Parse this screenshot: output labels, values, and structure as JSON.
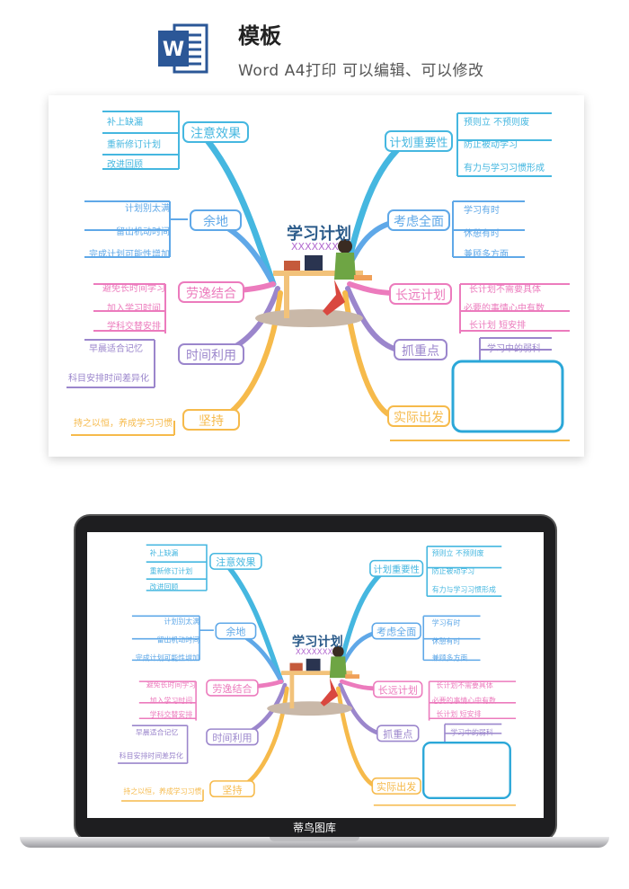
{
  "header": {
    "icon": "word-document-icon",
    "icon_letter": "W",
    "title": "模板",
    "subtitle": "Word A4打印 可以编辑、可以修改"
  },
  "mindmap": {
    "center_title": "学习计划",
    "center_sub": "XXXXXXX",
    "branches": {
      "b1": {
        "label": "注意效果",
        "items": [
          "补上缺漏",
          "重新修订计划",
          "改进回顾"
        ]
      },
      "b2": {
        "label": "余地",
        "items": [
          "计划别太满",
          "留出机动时间",
          "完成计划可能性增加"
        ]
      },
      "b3": {
        "label": "劳逸结合",
        "items": [
          "避免长时间学习",
          "加入学习时间",
          "学科交替安排"
        ]
      },
      "b4": {
        "label": "时间利用",
        "items": [
          "早晨适合记忆",
          "科目安排时间差异化"
        ]
      },
      "b5": {
        "label": "坚持",
        "items": [
          "持之以恒，养成学习习惯"
        ]
      },
      "b6": {
        "label": "计划重要性",
        "items": [
          "预则立 不预则废",
          "防止被动学习",
          "有力与学习习惯形成"
        ]
      },
      "b7": {
        "label": "考虑全面",
        "items": [
          "学习有时",
          "休憩有时",
          "兼顾多方面"
        ]
      },
      "b8": {
        "label": "长远计划",
        "items": [
          "长计划不需要具体",
          "必要的事情心中有数",
          "长计划 短安排"
        ]
      },
      "b9": {
        "label": "抓重点",
        "items": [
          "学习中的弱科"
        ]
      },
      "b10": {
        "label": "实际出发",
        "items": []
      }
    }
  },
  "laptop": {
    "brand": "蒂鸟图库"
  },
  "colors": {
    "cyan": "#45b7e0",
    "blue": "#5fa8e8",
    "pink": "#ec7bbd",
    "purple": "#9b86cc",
    "orange": "#f6ba4b",
    "word_blue": "#2b5797"
  }
}
